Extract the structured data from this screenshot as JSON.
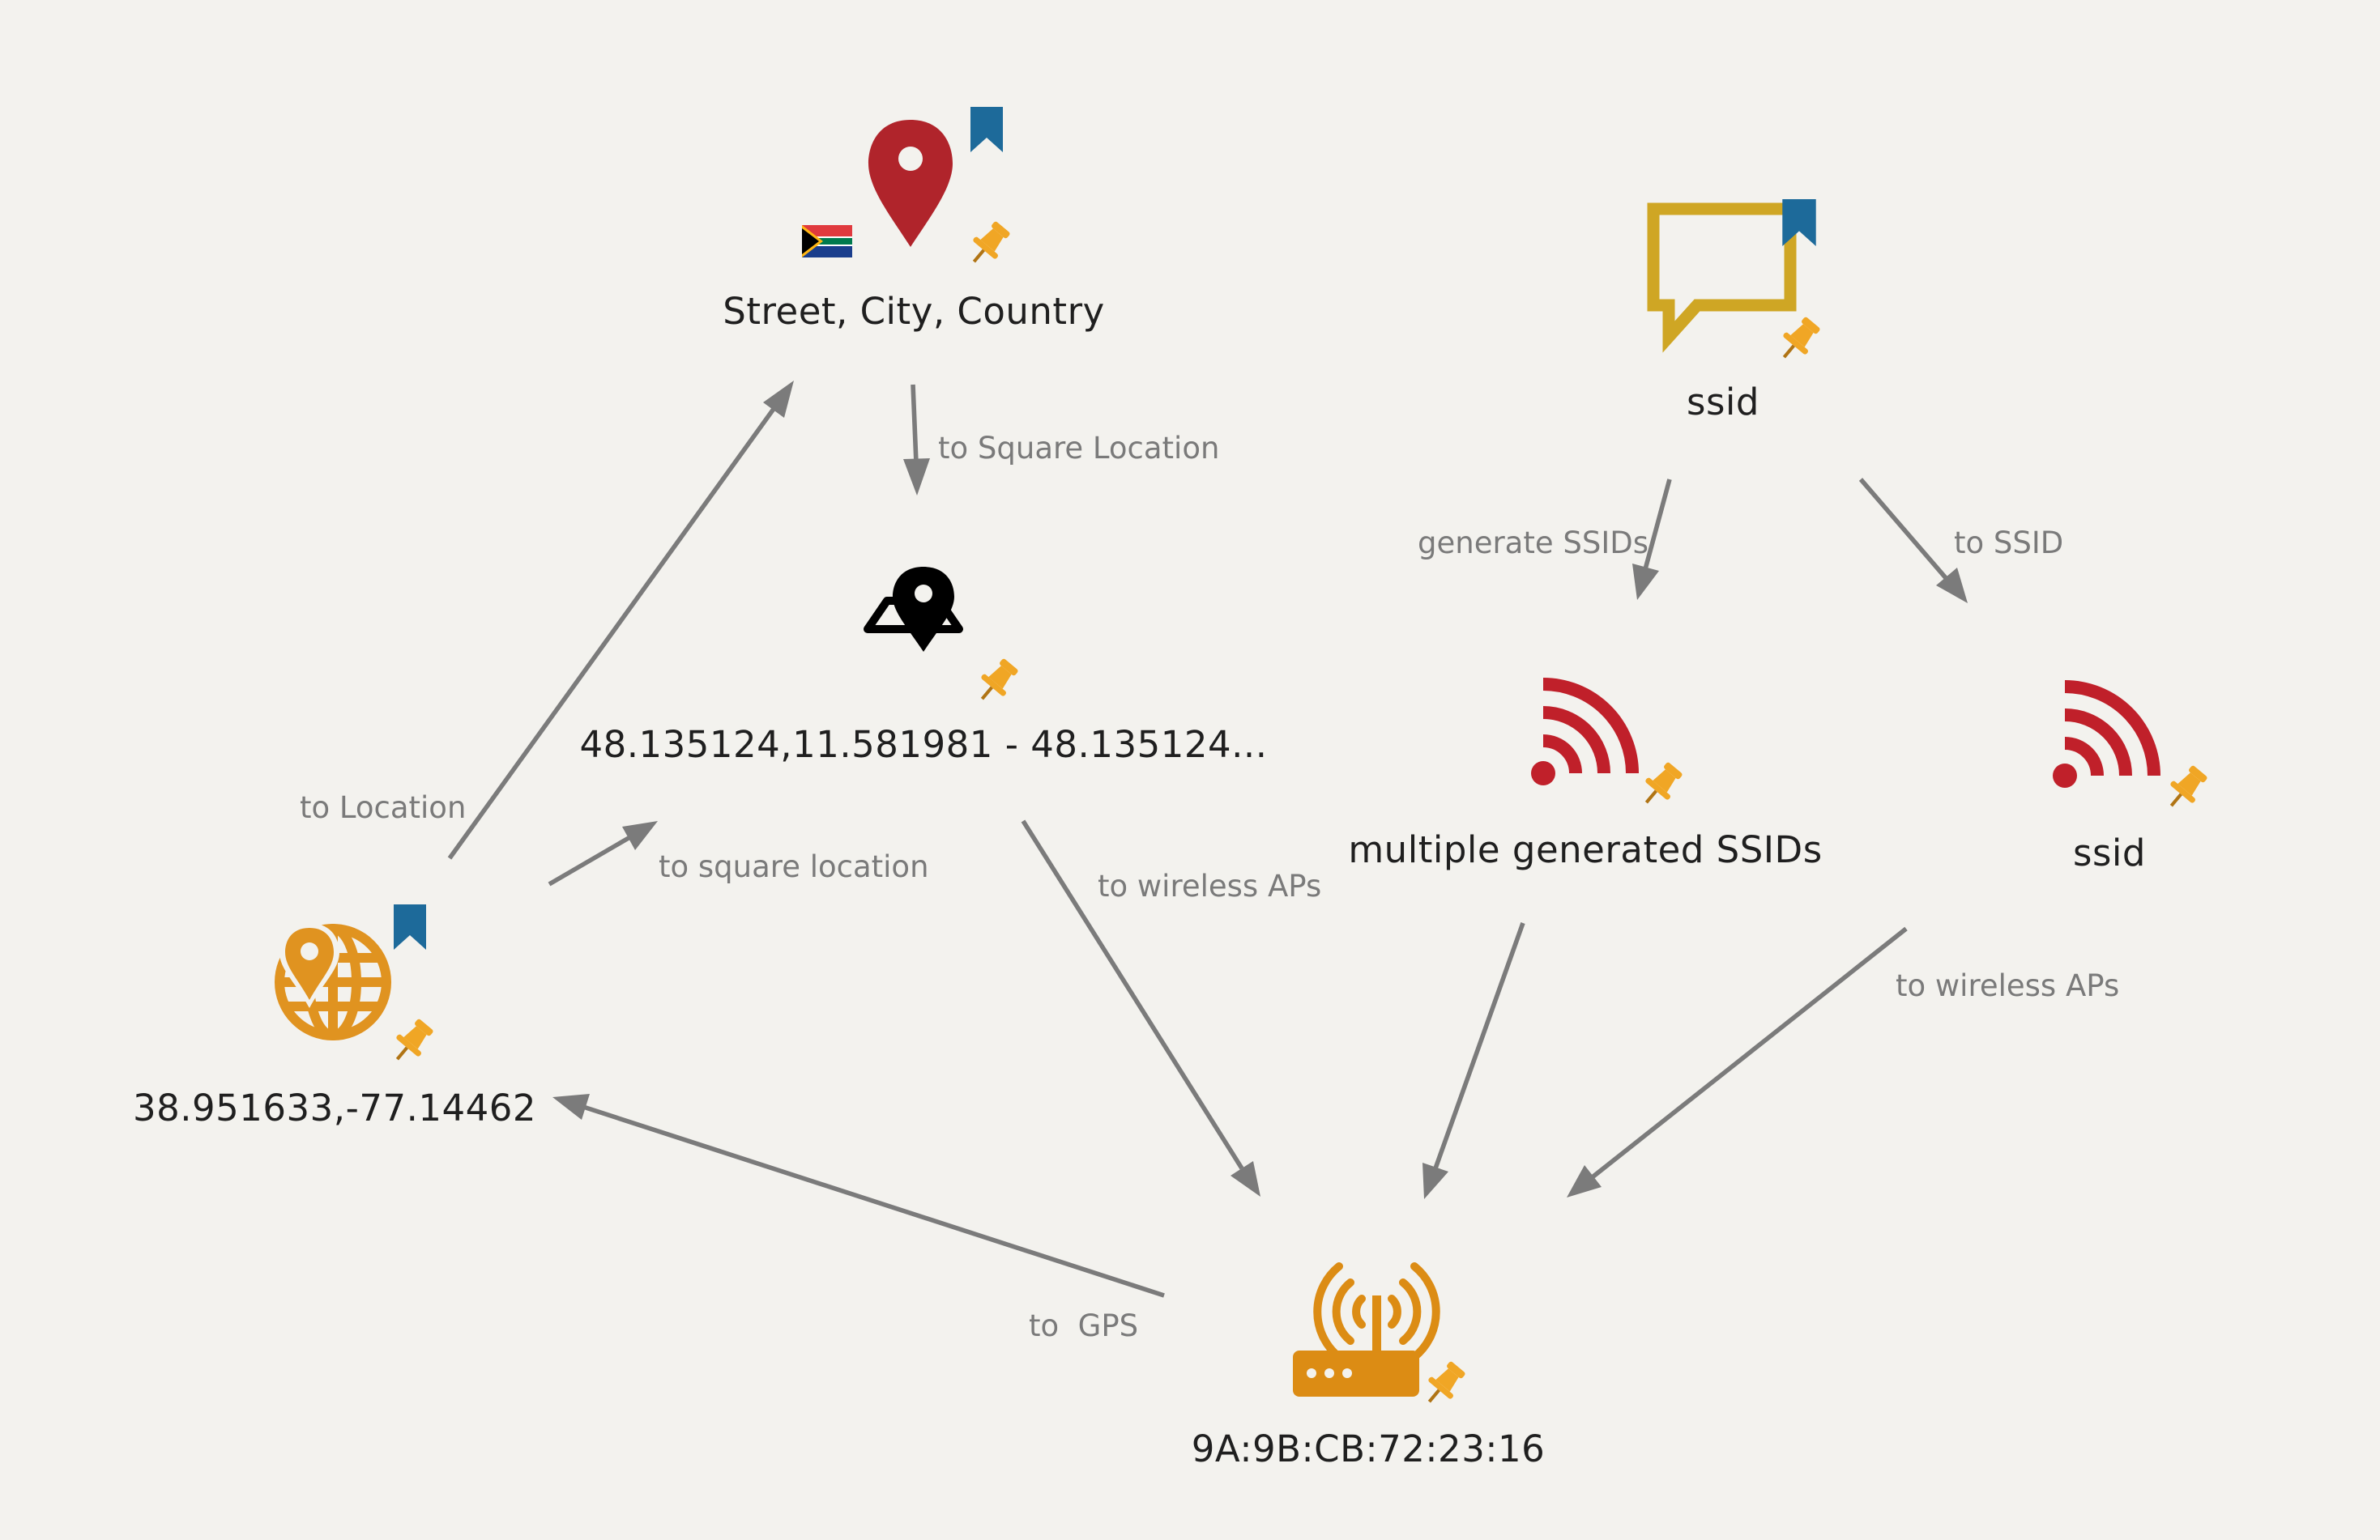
{
  "colors": {
    "background": "#f3f2ee",
    "edge": "#7b7b7b",
    "bookmark": "#1d6a9a",
    "pin": "#f0a625",
    "location_pin": "#b0242b",
    "ssid_phrase": "#cfa624",
    "wifi": "#c0202a",
    "gps_globe": "#e09320",
    "router": "#dc8c14"
  },
  "nodes": {
    "address": {
      "label": "Street, City, Country",
      "icon": "location-pin-icon",
      "flag": "south-africa-flag-icon",
      "bookmarked": true,
      "pinned": true
    },
    "square_location": {
      "label": "48.135124,11.581981 - 48.135124...",
      "icon": "map-location-icon",
      "bookmarked": false,
      "pinned": true
    },
    "gps": {
      "label": "38.951633,-77.14462",
      "icon": "globe-location-icon",
      "bookmarked": true,
      "pinned": true
    },
    "ssid_phrase": {
      "label": "ssid",
      "icon": "speech-bubble-icon",
      "bookmarked": true,
      "pinned": true
    },
    "generated_ssids": {
      "label": "multiple generated SSIDs",
      "icon": "wifi-icon",
      "bookmarked": false,
      "pinned": true
    },
    "ssid": {
      "label": "ssid",
      "icon": "wifi-icon",
      "bookmarked": false,
      "pinned": true
    },
    "wireless_ap": {
      "label": "9A:9B:CB:72:23:16",
      "icon": "wireless-router-icon",
      "bookmarked": false,
      "pinned": true
    }
  },
  "edges": [
    {
      "id": "to_square_location_1",
      "label": "to Square Location",
      "from": "address",
      "to": "square_location"
    },
    {
      "id": "to_location",
      "label": "to Location",
      "from": "gps",
      "to": "address"
    },
    {
      "id": "to_square_location_2",
      "label": "to square location",
      "from": "gps",
      "to": "square_location"
    },
    {
      "id": "to_wireless_aps_1",
      "label": "to wireless APs",
      "from": "square_location",
      "to": "wireless_ap"
    },
    {
      "id": "to_gps",
      "label": "to  GPS",
      "from": "wireless_ap",
      "to": "gps"
    },
    {
      "id": "generate_ssids",
      "label": "generate SSIDs",
      "from": "ssid_phrase",
      "to": "generated_ssids"
    },
    {
      "id": "to_ssid",
      "label": "to SSID",
      "from": "ssid_phrase",
      "to": "ssid"
    },
    {
      "id": "generated_to_ap",
      "label": "",
      "from": "generated_ssids",
      "to": "wireless_ap"
    },
    {
      "id": "to_wireless_aps_2",
      "label": "to wireless APs",
      "from": "ssid",
      "to": "wireless_ap"
    }
  ]
}
